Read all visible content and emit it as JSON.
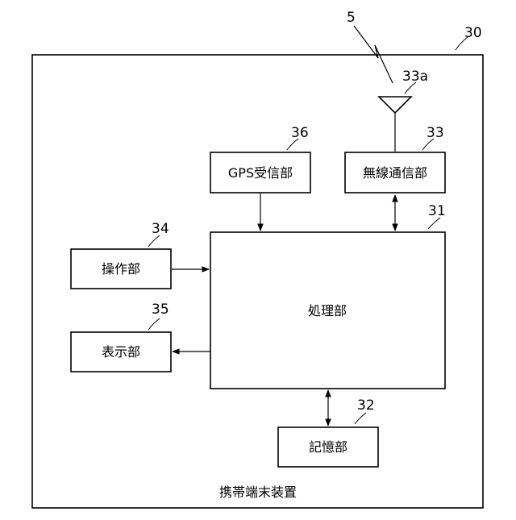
{
  "device": {
    "ref": "30",
    "caption": "携帯端末装置"
  },
  "signal": {
    "ref": "5"
  },
  "antenna": {
    "ref": "33a"
  },
  "blocks": {
    "processing": {
      "label": "処理部",
      "ref": "31"
    },
    "storage": {
      "label": "記憶部",
      "ref": "32"
    },
    "wireless": {
      "label": "無線通信部",
      "ref": "33"
    },
    "operation": {
      "label": "操作部",
      "ref": "34"
    },
    "display": {
      "label": "表示部",
      "ref": "35"
    },
    "gps": {
      "label": "GPS受信部",
      "ref": "36"
    }
  }
}
